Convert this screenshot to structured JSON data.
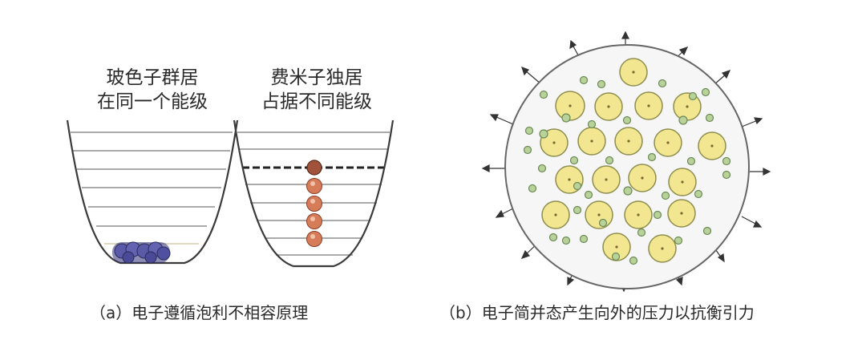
{
  "panel_a": {
    "left_title_line1": "玻色子群居",
    "left_title_line2": "在同一个能级",
    "right_title_line1": "费米子独居",
    "right_title_line2": "占据不同能级",
    "caption": "（a）电子遵循泡利不相容原理"
  },
  "panel_b": {
    "caption": "（b）电子简并态产生向外的压力以抗衡引力"
  },
  "colors": {
    "boson": "#5a5aa8",
    "fermion": "#d77c58",
    "nucleus_fill": "#f2e690",
    "nucleus_stroke": "#8e8e50",
    "electron_fill": "#b8d29a",
    "outline": "#555555"
  }
}
